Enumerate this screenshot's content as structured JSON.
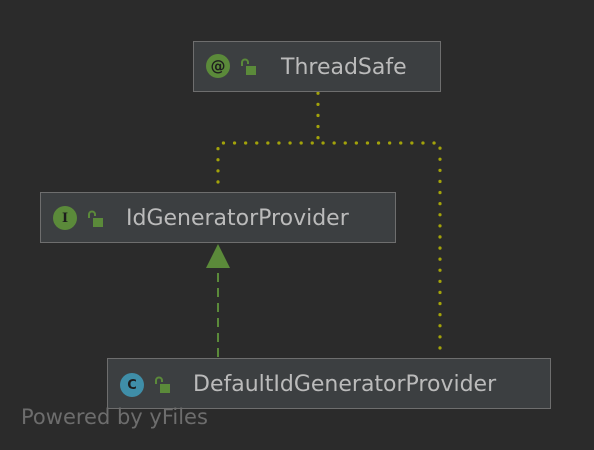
{
  "diagram": {
    "nodes": {
      "threadsafe": {
        "label": "ThreadSafe",
        "kind": "annotation",
        "badge": "@",
        "access_icon": "unlocked-icon"
      },
      "idgeneratorprovider": {
        "label": "IdGeneratorProvider",
        "kind": "interface",
        "badge": "I",
        "access_icon": "unlocked-icon"
      },
      "defaultidgeneratorprovider": {
        "label": "DefaultIdGeneratorProvider",
        "kind": "class",
        "badge": "C",
        "access_icon": "unlocked-icon"
      }
    },
    "edges": [
      {
        "from": "defaultidgeneratorprovider",
        "to": "idgeneratorprovider",
        "style": "dashed",
        "relation": "implements",
        "color": "#5b8a3a"
      },
      {
        "from": "idgeneratorprovider",
        "to": "threadsafe",
        "style": "dotted",
        "relation": "annotated-with",
        "color": "#a3a30a"
      },
      {
        "from": "defaultidgeneratorprovider",
        "to": "threadsafe",
        "style": "dotted",
        "relation": "annotated-with",
        "color": "#a3a30a"
      }
    ]
  },
  "watermark": "Powered by yFiles",
  "colors": {
    "background": "#2b2b2b",
    "node_fill": "#3c3f41",
    "node_border": "#6e6e6e",
    "label": "#bbbbbb",
    "annotation_badge": "#5b8a3a",
    "interface_badge": "#5b8a3a",
    "class_badge": "#3f8ea8",
    "lock_icon": "#5b8a3a"
  }
}
